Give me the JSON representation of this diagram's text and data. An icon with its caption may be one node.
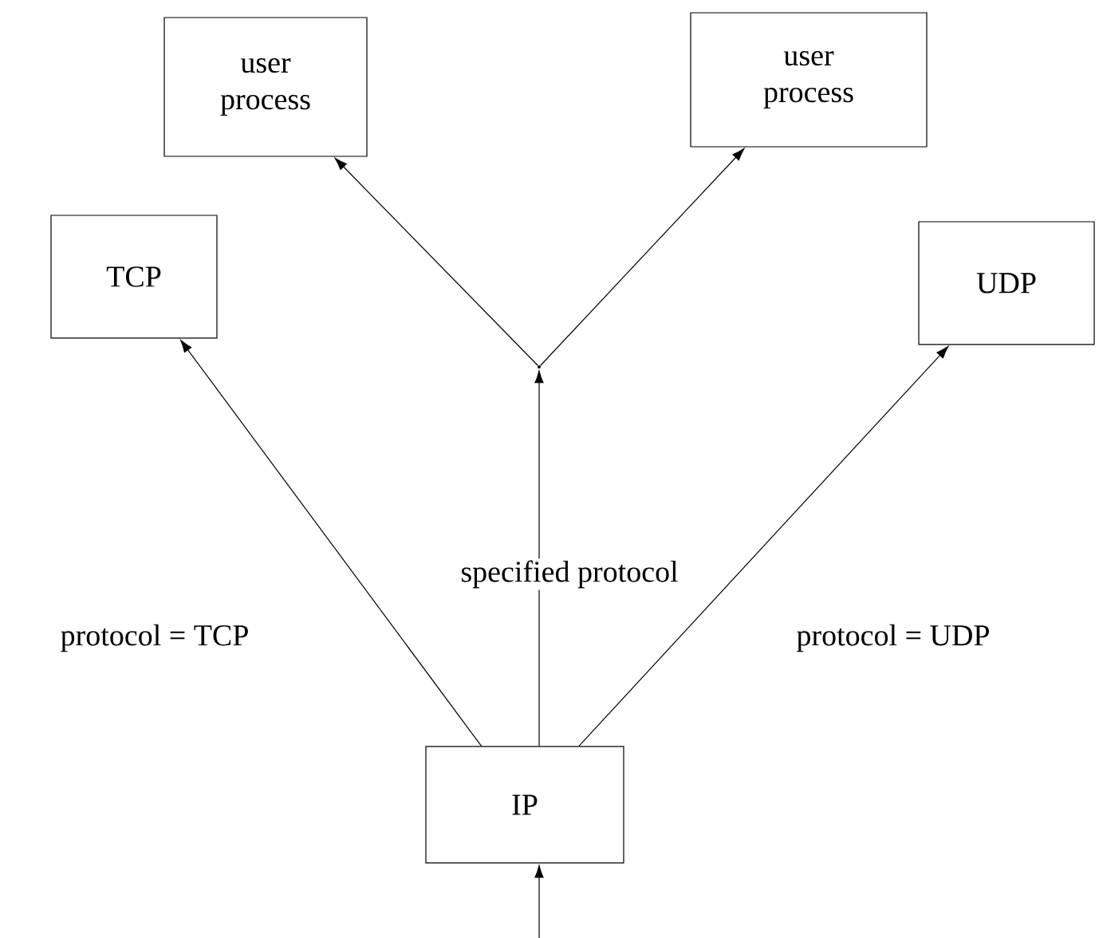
{
  "diagram": {
    "nodes": [
      {
        "text": [
          "user process"
        ]
      },
      {
        "text": [
          "user process"
        ]
      },
      {
        "text": [
          "TCP"
        ]
      },
      {
        "text": [
          "UDP"
        ]
      },
      {
        "text": [
          "IP"
        ]
      },
      {
        "text": [],
        "shape": "point"
      }
    ],
    "edges": [
      {
        "from": 4,
        "to": 2,
        "arrow": "to",
        "label": "protocol = TCP"
      },
      {
        "from": 4,
        "to": 5,
        "arrow": "to",
        "label": "specified protocol"
      },
      {
        "from": 4,
        "to": 3,
        "arrow": "to",
        "label": "protocol = UDP"
      },
      {
        "from": 5,
        "to": 0,
        "arrow": "to"
      },
      {
        "from": 5,
        "to": 1,
        "arrow": "to"
      },
      {
        "from": null,
        "to": 4,
        "arrow": "to"
      }
    ]
  }
}
